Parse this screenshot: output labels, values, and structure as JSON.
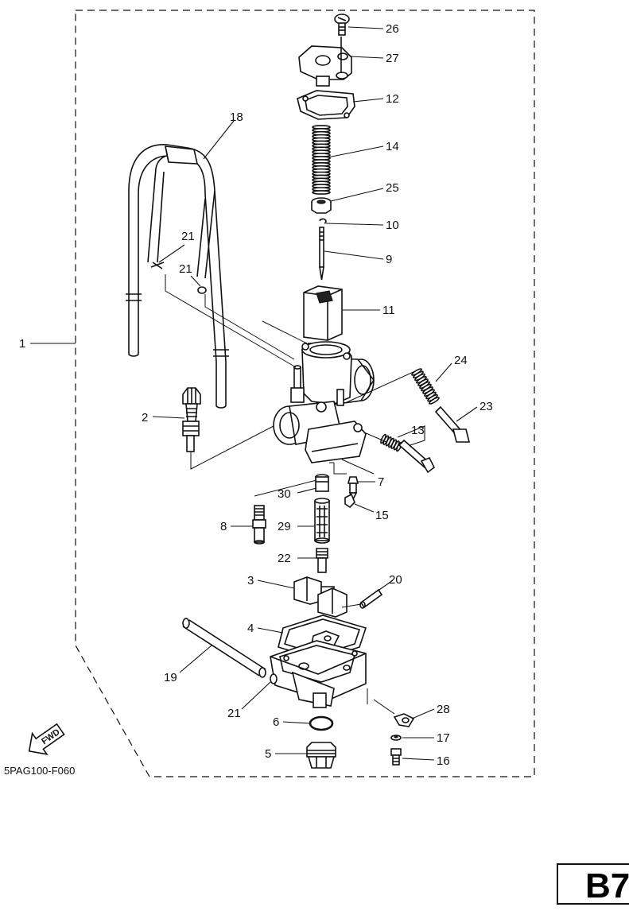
{
  "diagram": {
    "drawing_code": "5PAG100-F060",
    "page_tag": "B7",
    "fwd_label": "FWD",
    "callouts": [
      "1",
      "2",
      "3",
      "4",
      "5",
      "6",
      "7",
      "8",
      "9",
      "10",
      "11",
      "12",
      "13",
      "14",
      "15",
      "16",
      "17",
      "18",
      "19",
      "20",
      "21",
      "21",
      "21",
      "22",
      "23",
      "24",
      "25",
      "26",
      "27",
      "28",
      "29",
      "30"
    ]
  }
}
